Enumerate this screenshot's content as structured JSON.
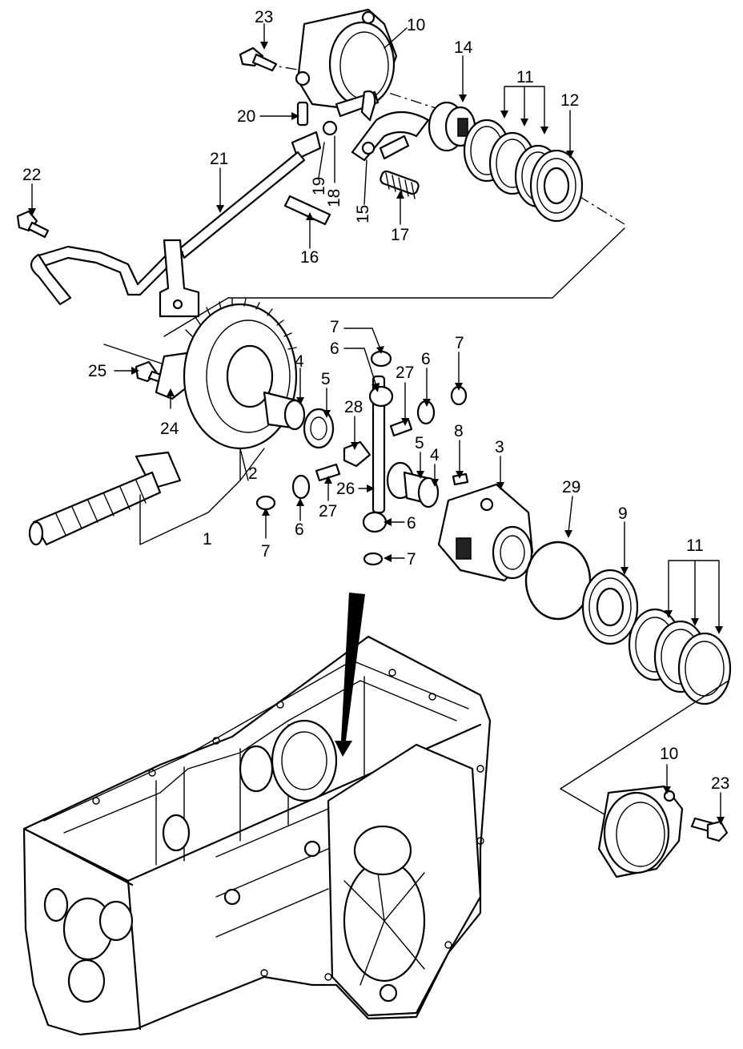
{
  "diagram": {
    "callouts": [
      {
        "id": "c23a",
        "text": "23"
      },
      {
        "id": "c10a",
        "text": "10"
      },
      {
        "id": "c14",
        "text": "14"
      },
      {
        "id": "c11a",
        "text": "11"
      },
      {
        "id": "c12",
        "text": "12"
      },
      {
        "id": "c20",
        "text": "20"
      },
      {
        "id": "c21",
        "text": "21"
      },
      {
        "id": "c22",
        "text": "22"
      },
      {
        "id": "c19",
        "text": "19"
      },
      {
        "id": "c18",
        "text": "18"
      },
      {
        "id": "c15",
        "text": "15"
      },
      {
        "id": "c17",
        "text": "17"
      },
      {
        "id": "c16",
        "text": "16"
      },
      {
        "id": "c7a",
        "text": "7"
      },
      {
        "id": "c6a",
        "text": "6"
      },
      {
        "id": "c27a",
        "text": "27"
      },
      {
        "id": "c6b",
        "text": "6"
      },
      {
        "id": "c7b",
        "text": "7"
      },
      {
        "id": "c25",
        "text": "25"
      },
      {
        "id": "c4a",
        "text": "4"
      },
      {
        "id": "c5a",
        "text": "5"
      },
      {
        "id": "c28",
        "text": "28"
      },
      {
        "id": "c8",
        "text": "8"
      },
      {
        "id": "c3",
        "text": "3"
      },
      {
        "id": "c24",
        "text": "24"
      },
      {
        "id": "c2",
        "text": "2"
      },
      {
        "id": "c5b",
        "text": "5"
      },
      {
        "id": "c4b",
        "text": "4"
      },
      {
        "id": "c29",
        "text": "29"
      },
      {
        "id": "c9",
        "text": "9"
      },
      {
        "id": "c26",
        "text": "26"
      },
      {
        "id": "c27b",
        "text": "27"
      },
      {
        "id": "c6c",
        "text": "6"
      },
      {
        "id": "c6d",
        "text": "6"
      },
      {
        "id": "c11b",
        "text": "11"
      },
      {
        "id": "c1",
        "text": "1"
      },
      {
        "id": "c7c",
        "text": "7"
      },
      {
        "id": "c7d",
        "text": "7"
      },
      {
        "id": "c10b",
        "text": "10"
      },
      {
        "id": "c23b",
        "text": "23"
      }
    ]
  }
}
